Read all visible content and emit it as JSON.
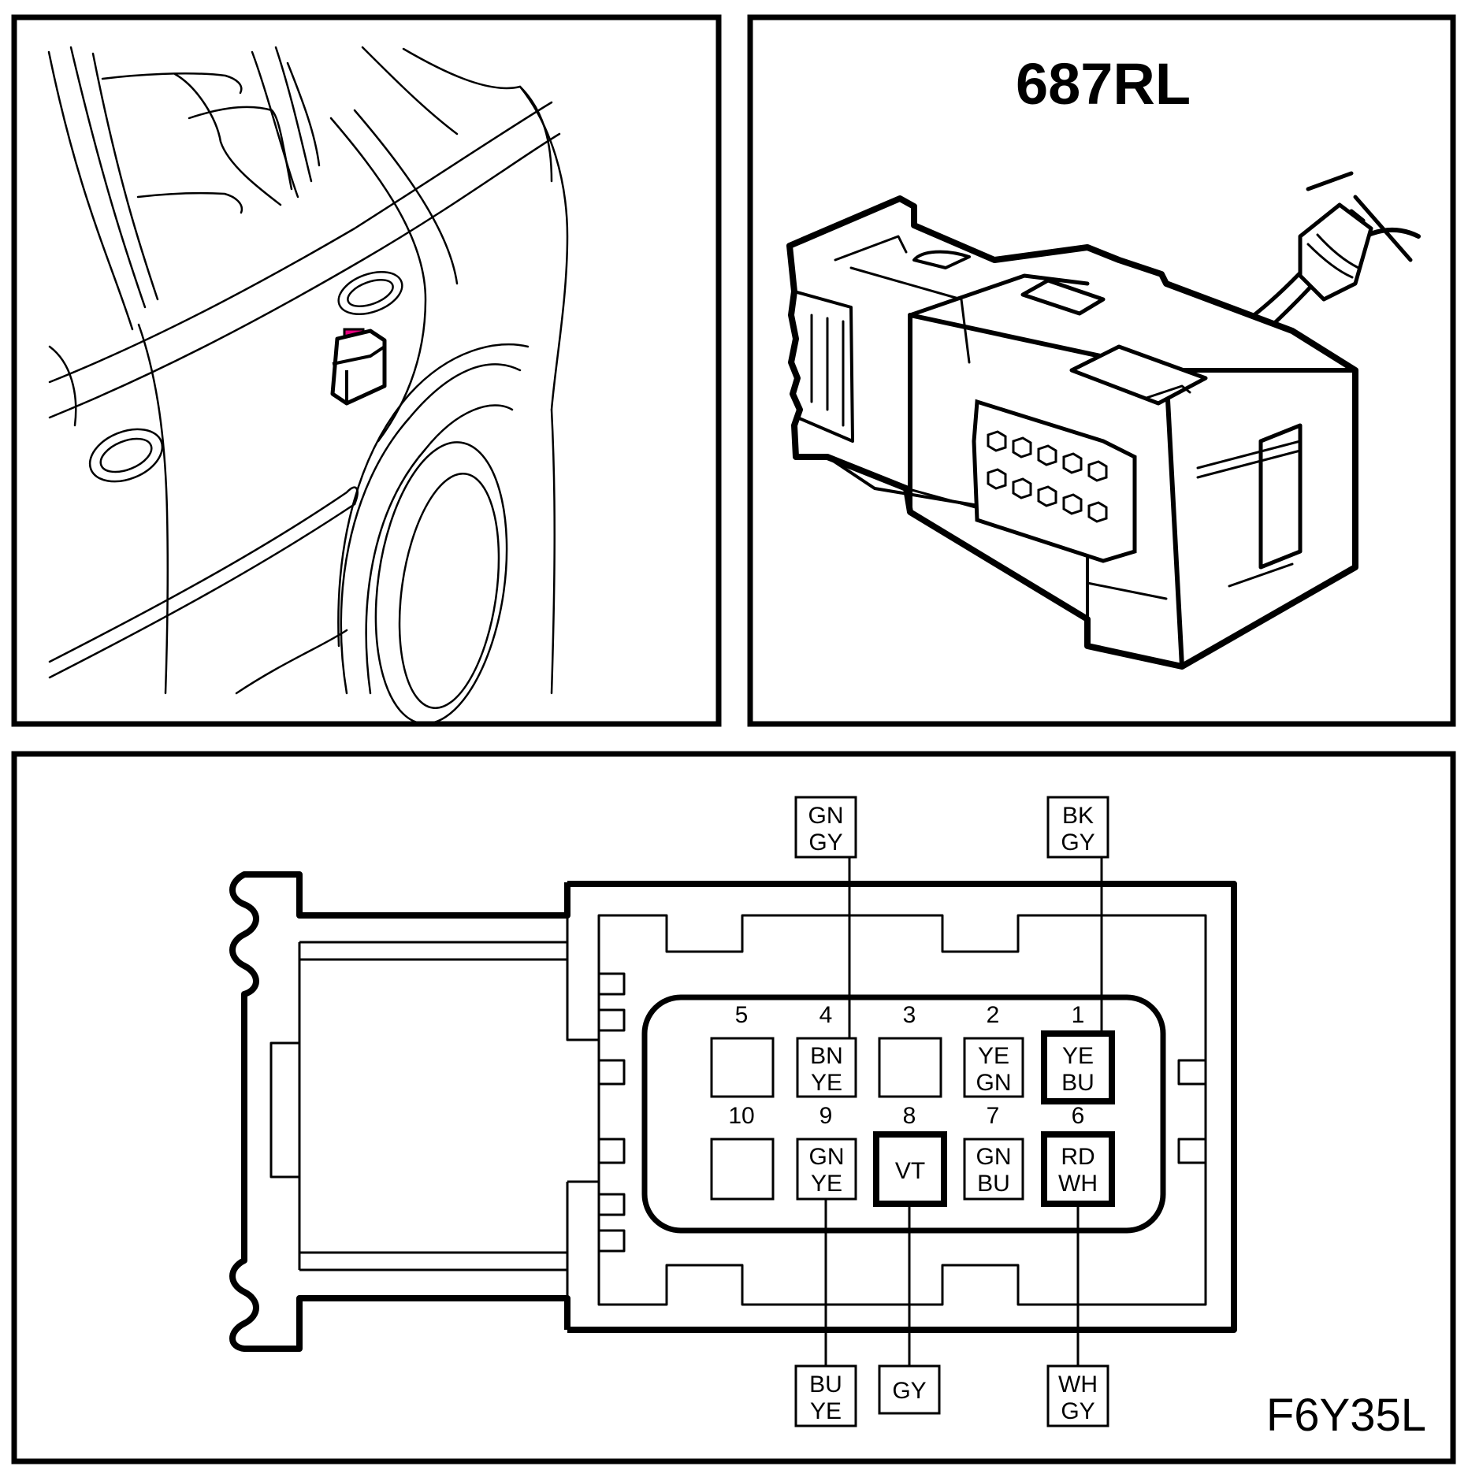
{
  "connector_id": "687RL",
  "figure_code": "F6Y35L",
  "colors": {
    "line": "#000000",
    "highlight": "#e6007e",
    "background": "#ffffff"
  },
  "pins": [
    {
      "number": "1",
      "wire": [
        "YE",
        "BU"
      ],
      "occupied": true,
      "emphasized": true
    },
    {
      "number": "2",
      "wire": [
        "YE",
        "GN"
      ],
      "occupied": true,
      "emphasized": false
    },
    {
      "number": "3",
      "wire": [],
      "occupied": false,
      "emphasized": false
    },
    {
      "number": "4",
      "wire": [
        "BN",
        "YE"
      ],
      "occupied": true,
      "emphasized": false
    },
    {
      "number": "5",
      "wire": [],
      "occupied": false,
      "emphasized": false
    },
    {
      "number": "6",
      "wire": [
        "RD",
        "WH"
      ],
      "occupied": true,
      "emphasized": true
    },
    {
      "number": "7",
      "wire": [
        "GN",
        "BU"
      ],
      "occupied": true,
      "emphasized": false
    },
    {
      "number": "8",
      "wire": [
        "VT"
      ],
      "occupied": true,
      "emphasized": true
    },
    {
      "number": "9",
      "wire": [
        "GN",
        "YE"
      ],
      "occupied": true,
      "emphasized": false
    },
    {
      "number": "10",
      "wire": [],
      "occupied": false,
      "emphasized": false
    }
  ],
  "leads": {
    "top": [
      {
        "pin": "4",
        "wire": [
          "GN",
          "GY"
        ]
      },
      {
        "pin": "1",
        "wire": [
          "BK",
          "GY"
        ]
      }
    ],
    "bottom": [
      {
        "pin": "9",
        "wire": [
          "BU",
          "YE"
        ]
      },
      {
        "pin": "8",
        "wire": [
          "GY"
        ]
      },
      {
        "pin": "6",
        "wire": [
          "WH",
          "GY"
        ]
      }
    ]
  }
}
